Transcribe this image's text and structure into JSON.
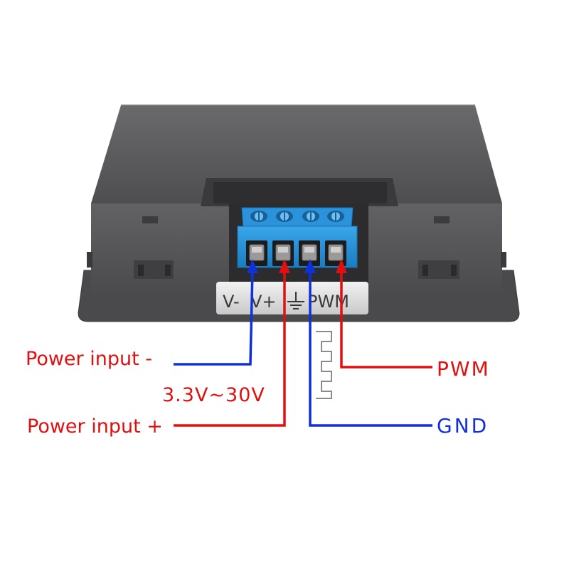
{
  "panel": {
    "terminal_label": "V-V+⏚ PWM",
    "terminal_label_parts": [
      "V-",
      "V+",
      "PWM"
    ]
  },
  "labels": {
    "power_minus": "Power input -",
    "voltage_range": "3.3V~30V",
    "power_plus": "Power input +",
    "pwm": "PWM",
    "gnd": "GND"
  },
  "colors": {
    "red": "#e01010",
    "blue": "#1030d8",
    "case": "#5a5a5c",
    "terminal_block": "#1f8fd6"
  }
}
